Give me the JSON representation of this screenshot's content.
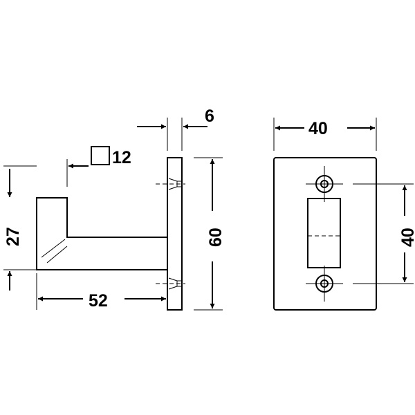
{
  "dimensions": {
    "screw_gap": "6",
    "plate_width": "40",
    "square_section": "12",
    "hook_height": "27",
    "plate_height": "60",
    "hole_spacing": "40",
    "projection": "52"
  }
}
